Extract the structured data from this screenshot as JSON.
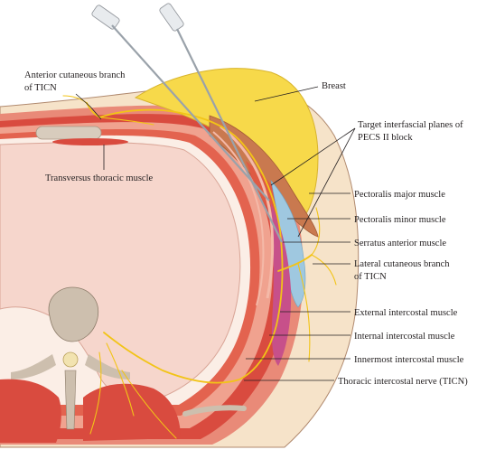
{
  "labels": {
    "anterior_cutaneous_line1": "Anterior cutaneous branch",
    "anterior_cutaneous_line2": "of TICN",
    "transversus_thoracic": "Transversus thoracic muscle",
    "breast": "Breast",
    "target_planes_line1": "Target interfascial planes of",
    "target_planes_line2": "PECS II block",
    "pectoralis_major": "Pectoralis major muscle",
    "pectoralis_minor": "Pectoralis minor muscle",
    "serratus_anterior": "Serratus anterior muscle",
    "lateral_cutaneous_line1": "Lateral cutaneous branch",
    "lateral_cutaneous_line2": "of TICN",
    "external_intercostal": "External intercostal muscle",
    "internal_intercostal": "Internal intercostal muscle",
    "innermost_intercostal": "Innermost intercostal muscle",
    "thoracic_intercostal_nerve": "Thoracic intercostal nerve (TICN)"
  },
  "colors": {
    "skin": "#f6e3c9",
    "breast_fat": "#f7d94a",
    "muscle": "#e0574a",
    "muscle_light": "#ef9a86",
    "serratus": "#c7508a",
    "fascia_blue": "#9fc8e0",
    "nerve": "#f2c417",
    "lung": "#f6d6cc",
    "bone": "#cdbfae",
    "needle": "#c9cdd2"
  }
}
